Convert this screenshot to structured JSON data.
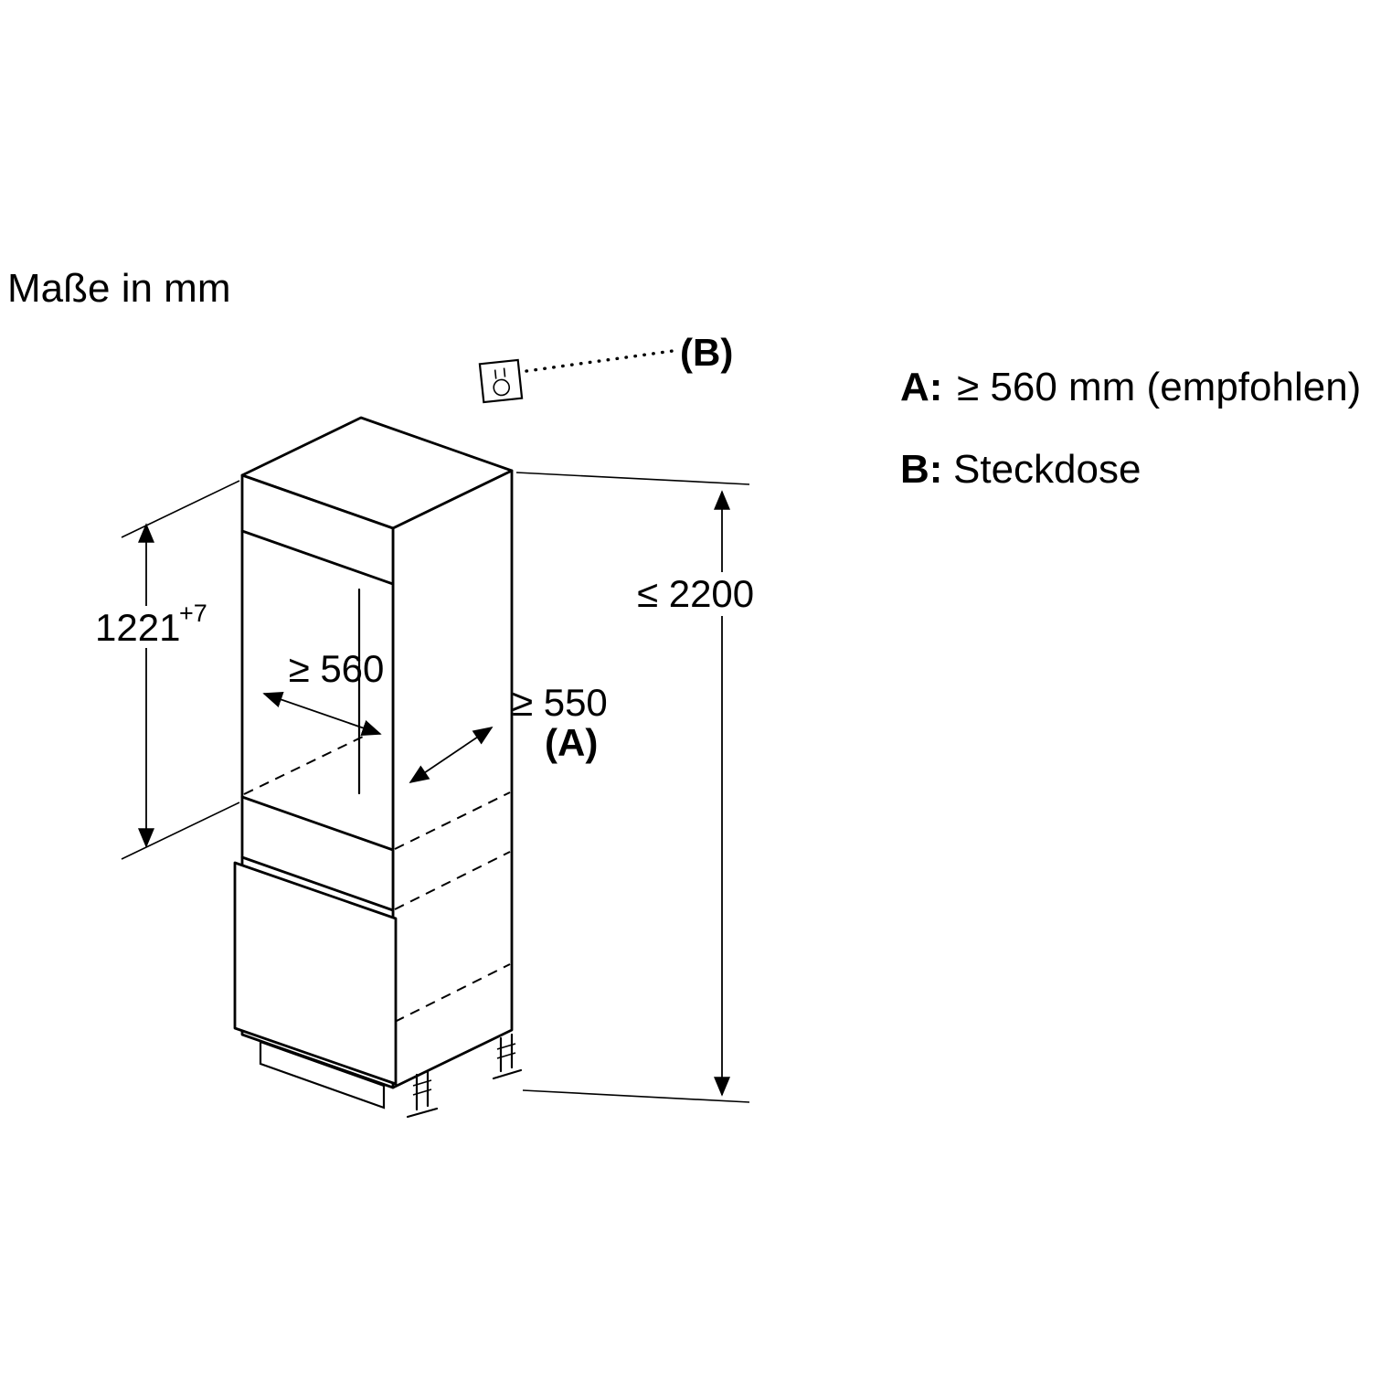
{
  "title": "Maße in mm",
  "legend": {
    "a_key": "A:",
    "a_value": "≥ 560 mm (empfohlen)",
    "b_key": "B:",
    "b_value": "Steckdose"
  },
  "dimensions": {
    "niche_height": "1221",
    "niche_height_tolerance": "+7",
    "niche_width": "≥ 560",
    "niche_depth": "≥ 550",
    "niche_depth_ref": "(A)",
    "total_height": "≤ 2200",
    "socket_ref": "(B)"
  },
  "symbols": {
    "socket": "schuko-socket-icon"
  },
  "colors": {
    "line": "#000000",
    "background": "#ffffff"
  }
}
